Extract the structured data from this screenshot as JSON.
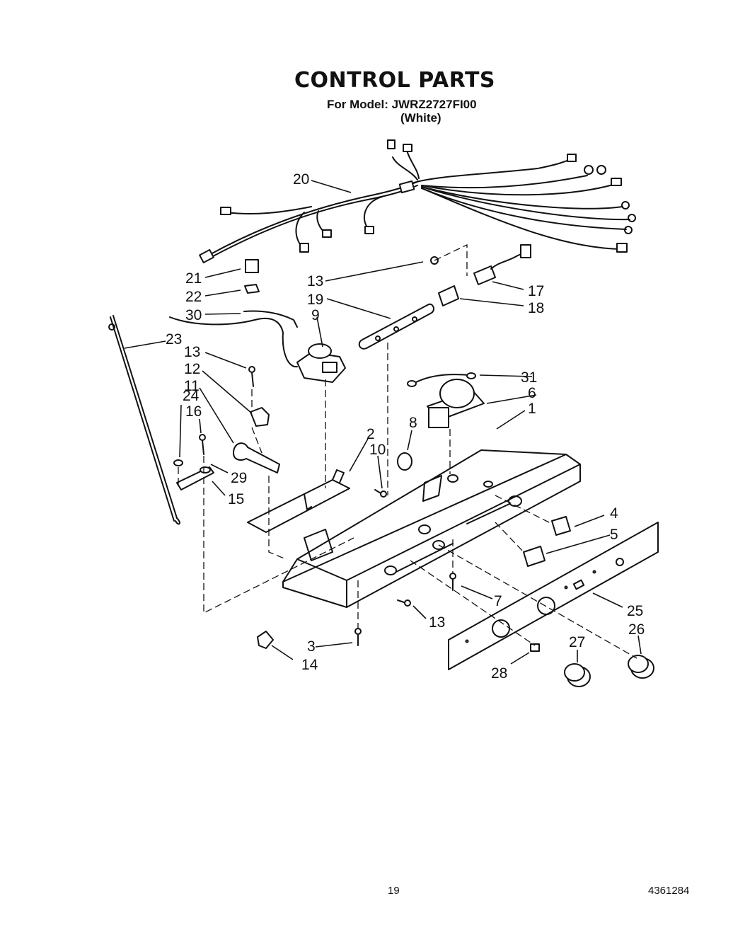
{
  "header": {
    "title": "CONTROL PARTS",
    "model_line": "For Model: JWRZ2727FI00",
    "color_line": "(White)"
  },
  "footer": {
    "page_number": "19",
    "document_number": "4361284"
  },
  "callouts": [
    {
      "id": "c20",
      "text": "20"
    },
    {
      "id": "c21",
      "text": "21"
    },
    {
      "id": "c22",
      "text": "22"
    },
    {
      "id": "c30",
      "text": "30"
    },
    {
      "id": "c13a",
      "text": "13"
    },
    {
      "id": "c19",
      "text": "19"
    },
    {
      "id": "c9",
      "text": "9"
    },
    {
      "id": "c17",
      "text": "17"
    },
    {
      "id": "c18",
      "text": "18"
    },
    {
      "id": "c23",
      "text": "23"
    },
    {
      "id": "c13b",
      "text": "13"
    },
    {
      "id": "c12",
      "text": "12"
    },
    {
      "id": "c11",
      "text": "11"
    },
    {
      "id": "c24",
      "text": "24"
    },
    {
      "id": "c16",
      "text": "16"
    },
    {
      "id": "c29",
      "text": "29"
    },
    {
      "id": "c15",
      "text": "15"
    },
    {
      "id": "c31",
      "text": "31"
    },
    {
      "id": "c6",
      "text": "6"
    },
    {
      "id": "c1",
      "text": "1"
    },
    {
      "id": "c8",
      "text": "8"
    },
    {
      "id": "c2",
      "text": "2"
    },
    {
      "id": "c10",
      "text": "10"
    },
    {
      "id": "c4",
      "text": "4"
    },
    {
      "id": "c5",
      "text": "5"
    },
    {
      "id": "c7",
      "text": "7"
    },
    {
      "id": "c13c",
      "text": "13"
    },
    {
      "id": "c25",
      "text": "25"
    },
    {
      "id": "c26",
      "text": "26"
    },
    {
      "id": "c27",
      "text": "27"
    },
    {
      "id": "c28",
      "text": "28"
    },
    {
      "id": "c3",
      "text": "3"
    },
    {
      "id": "c14",
      "text": "14"
    }
  ]
}
